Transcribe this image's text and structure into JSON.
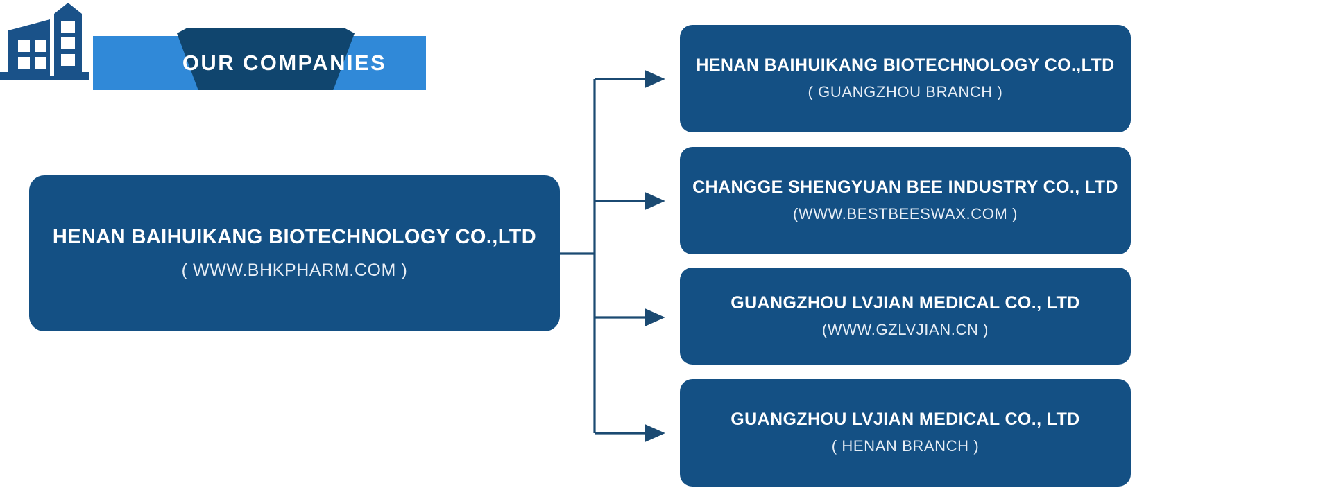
{
  "header": {
    "logo_icon": "office-building-icon",
    "banner_label": "OUR COMPANIES",
    "banner_bg_color": "#3089d8",
    "ribbon_bg_color": "#10456e"
  },
  "colors": {
    "node_bg": "#145084",
    "node_text": "#ffffff",
    "node_subtext": "#e7eef6",
    "connector": "#1b4a72",
    "accent_light": "#3089d8",
    "accent_dark": "#10456e",
    "page_bg": "#ffffff"
  },
  "diagram": {
    "type": "org-chart",
    "parent": {
      "title": "HENAN BAIHUIKANG BIOTECHNOLOGY CO.,LTD",
      "subtitle": "( WWW.BHKPHARM.COM )"
    },
    "children": [
      {
        "title": "HENAN BAIHUIKANG BIOTECHNOLOGY CO.,LTD",
        "subtitle": "( GUANGZHOU BRANCH )"
      },
      {
        "title": "CHANGGE SHENGYUAN BEE INDUSTRY CO.,  LTD",
        "subtitle": "(WWW.BESTBEESWAX.COM )"
      },
      {
        "title": "GUANGZHOU LVJIAN MEDICAL CO.,  LTD",
        "subtitle": "(WWW.GZLVJIAN.CN )"
      },
      {
        "title": "GUANGZHOU LVJIAN MEDICAL CO.,  LTD",
        "subtitle": "( HENAN BRANCH )"
      }
    ],
    "connector_arrow_count": 4
  }
}
